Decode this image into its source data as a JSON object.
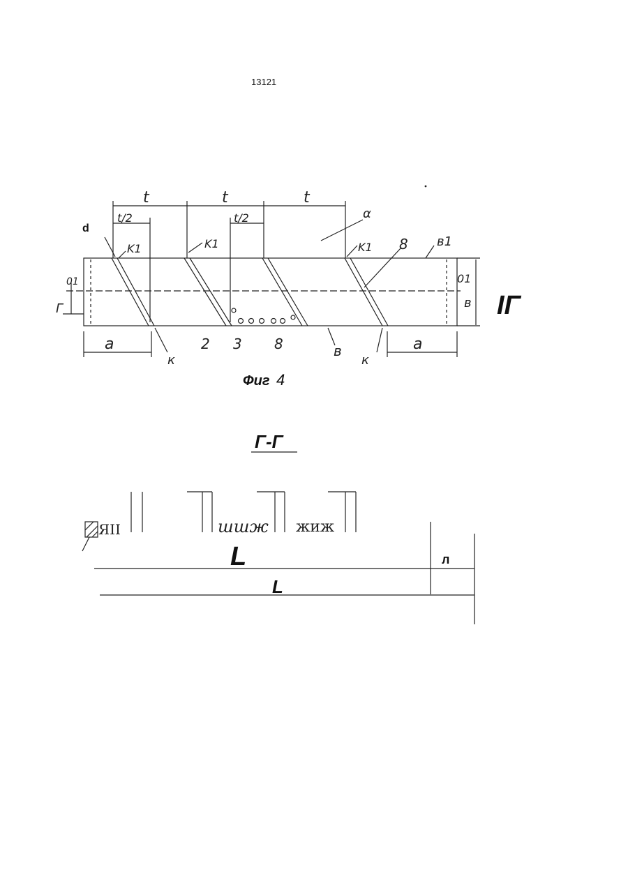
{
  "page": {
    "number": "13121"
  },
  "figure4": {
    "caption_prefix": "Фиг",
    "caption_number": "4",
    "side_label": "IГ",
    "labels": {
      "t": "t",
      "t_half": "t/2",
      "alpha": "α",
      "d": "d",
      "k1": "K1",
      "b": "в",
      "b1": "в1",
      "o1": "01",
      "g": "Г",
      "a": "a",
      "k": "к",
      "n2": "2",
      "n3": "3",
      "n8": "8"
    }
  },
  "section": {
    "title": "Г-Г",
    "fragment_1": "ЯII",
    "fragment_2": "шшж",
    "fragment_3": "жиж",
    "L_upper": "L",
    "L_lower": "L",
    "l_small": "л"
  }
}
